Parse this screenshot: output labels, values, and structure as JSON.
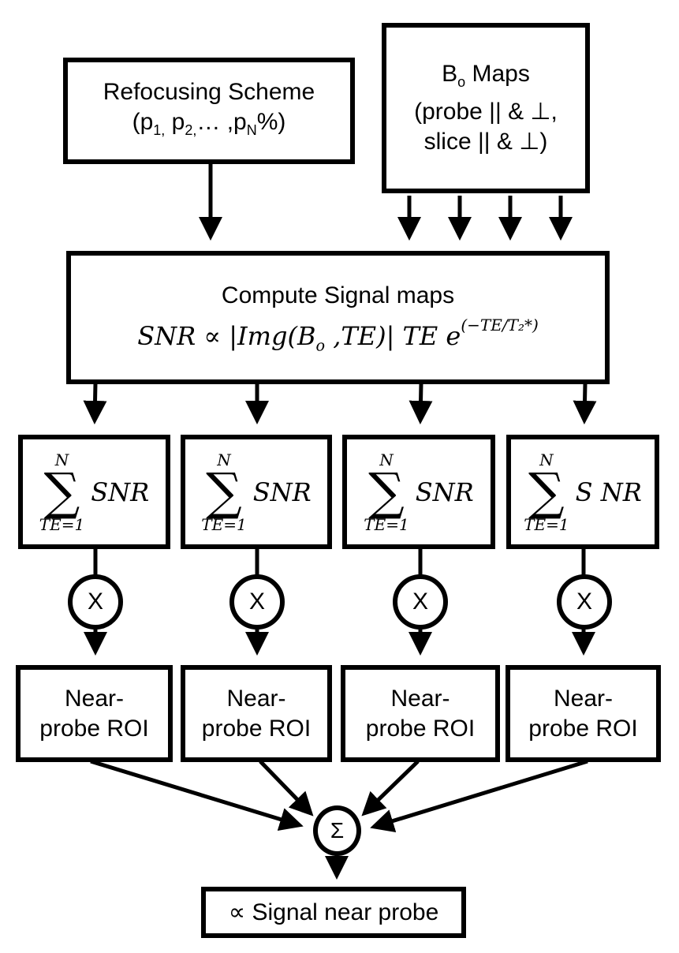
{
  "diagram": {
    "refocusing": {
      "title": "Refocusing Scheme",
      "params_prefix": "(p",
      "p1_sub": "1,",
      "p2": " p",
      "p2_sub": "2,",
      "ellipsis": "… ,p",
      "pN_sub": "N",
      "params_suffix": "%)"
    },
    "b0_maps": {
      "title_letter": "B",
      "title_sub": "o",
      "title_rest": " Maps",
      "line2": "(probe || & ⊥,",
      "line3": "slice || & ⊥)"
    },
    "compute": {
      "title": "Compute Signal maps",
      "formula_main": "SNR ∝ |Img(B",
      "formula_sub": "o",
      "formula_mid": " ,TE)| TE e",
      "formula_exp": "(−TE/T₂*)"
    },
    "sum_boxes": [
      {
        "upper": "N",
        "symbol": "∑",
        "lower": "TE=1",
        "term": "SNR"
      },
      {
        "upper": "N",
        "symbol": "∑",
        "lower": "TE=1",
        "term": "SNR"
      },
      {
        "upper": "N",
        "symbol": "∑",
        "lower": "TE=1",
        "term": "SNR"
      },
      {
        "upper": "N",
        "symbol": "∑",
        "lower": "TE=1",
        "term": "S NR"
      }
    ],
    "multiply_nodes": [
      "X",
      "X",
      "X",
      "X"
    ],
    "roi_boxes": [
      {
        "line1": "Near-",
        "line2": "probe ROI"
      },
      {
        "line1": "Near-",
        "line2": "probe ROI"
      },
      {
        "line1": "Near-",
        "line2": "probe ROI"
      },
      {
        "line1": "Near-",
        "line2": "probe ROI"
      }
    ],
    "sum_node": "Σ",
    "output": "∝ Signal near probe"
  }
}
